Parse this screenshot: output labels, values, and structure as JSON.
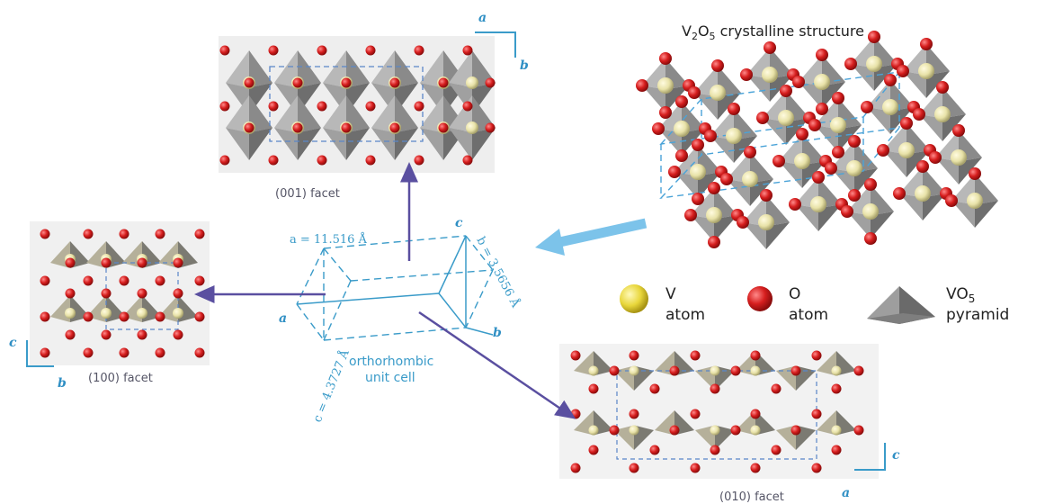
{
  "title": {
    "prefix": "V",
    "sub1": "2",
    "mid": "O",
    "sub2": "5",
    "suffix": " crystalline structure"
  },
  "facets": {
    "f001": "(001) facet",
    "f100": "(100) facet",
    "f010": "(010) facet"
  },
  "unit_cell": {
    "a_label": "a = 11.516 Å",
    "b_label": "b = 3.5656 Å",
    "c_label": "c = 4.3727 Å",
    "caption_line1": "orthorhombic",
    "caption_line2": "unit cell",
    "corner_a": "a",
    "corner_b": "b",
    "corner_c": "c"
  },
  "axes": {
    "f001": {
      "h": "a",
      "v": "b"
    },
    "f100": {
      "v": "c",
      "h": "b"
    },
    "f010": {
      "v": "c",
      "h": "a"
    }
  },
  "legend": {
    "v_line1": "V",
    "v_line2": "atom",
    "o_line1": "O",
    "o_line2": "atom",
    "vo_prefix": "VO",
    "vo_sub": "5",
    "vo_line2": "pyramid"
  },
  "colors": {
    "accent": "#3a9bc9",
    "arrow_dark": "#5a4fa0",
    "arrow_light": "#7cc3ea",
    "oxygen": "#d42020",
    "vanadium": "#e6e0a8",
    "pyramid": "#8c8c8c"
  }
}
